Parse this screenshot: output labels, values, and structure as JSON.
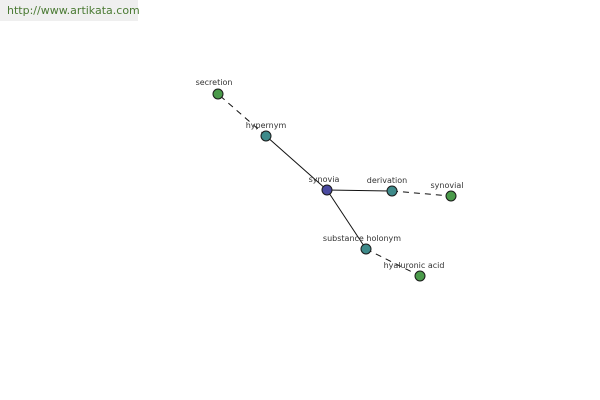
{
  "watermark": {
    "url": "http://www.artikata.com"
  },
  "colors": {
    "center": "#4a4aa0",
    "relation": "#3e8a8a",
    "leaf": "#4a9a4a",
    "banner_text": "#4a7a33"
  },
  "nodes": {
    "synovia": {
      "label": "synovia",
      "kind": "center"
    },
    "hypernym": {
      "label": "hypernym",
      "kind": "relation"
    },
    "secretion": {
      "label": "secretion",
      "kind": "leaf"
    },
    "derivation": {
      "label": "derivation",
      "kind": "relation"
    },
    "synovial": {
      "label": "synovial",
      "kind": "leaf"
    },
    "substance_holonym": {
      "label": "substance holonym",
      "kind": "relation"
    },
    "hyaluronic_acid": {
      "label": "hyaluronic acid",
      "kind": "leaf"
    }
  },
  "edges": [
    {
      "from": "synovia",
      "to": "hypernym",
      "style": "solid"
    },
    {
      "from": "hypernym",
      "to": "secretion",
      "style": "dashed"
    },
    {
      "from": "synovia",
      "to": "derivation",
      "style": "solid"
    },
    {
      "from": "derivation",
      "to": "synovial",
      "style": "dashed"
    },
    {
      "from": "synovia",
      "to": "substance_holonym",
      "style": "solid"
    },
    {
      "from": "substance_holonym",
      "to": "hyaluronic_acid",
      "style": "dashed"
    }
  ]
}
